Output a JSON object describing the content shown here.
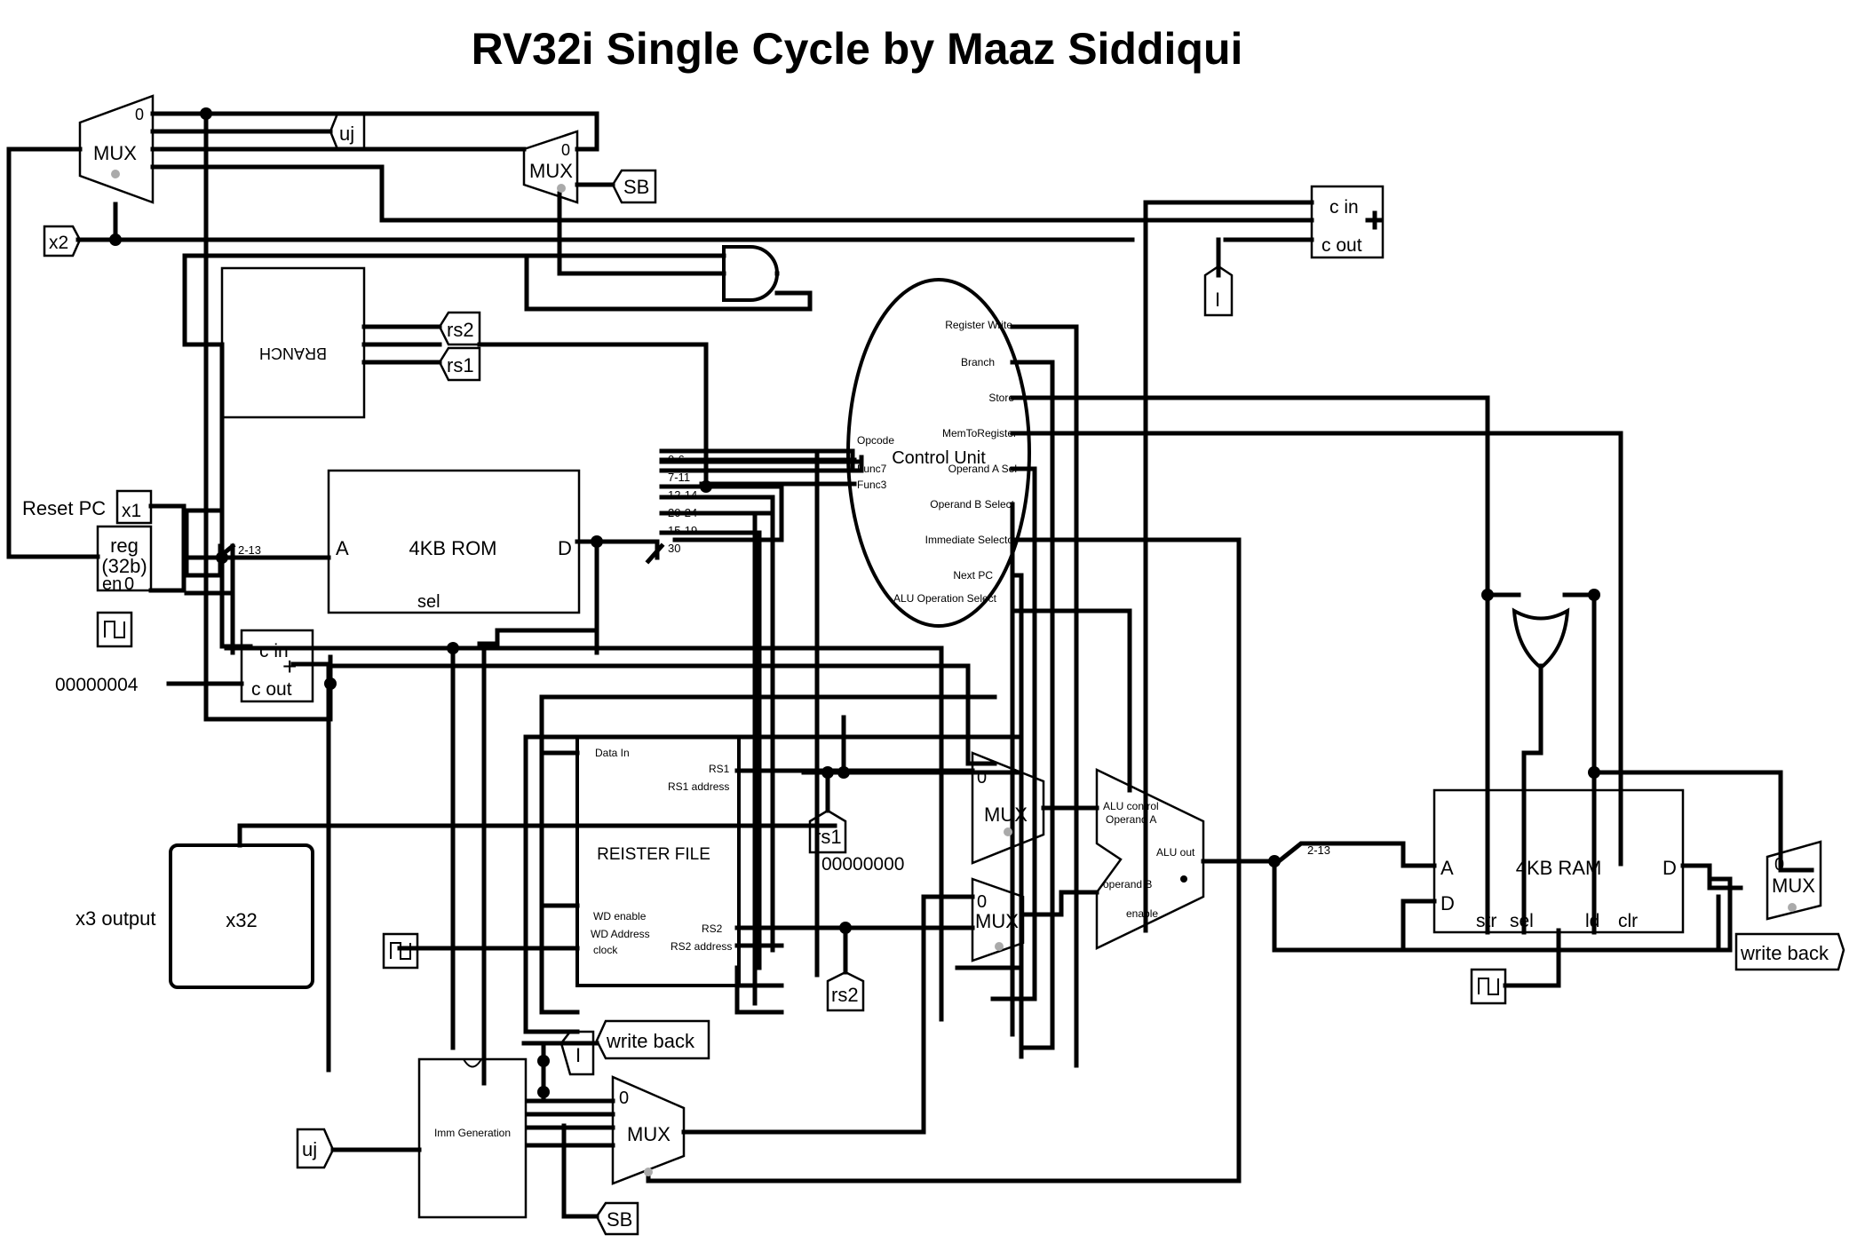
{
  "title": "RV32i Single Cycle by Maaz Siddiqui",
  "colors": {
    "wire": "#000000",
    "background": "#ffffff",
    "register_file_label": "#1a1acc"
  },
  "pc": {
    "reset_label": "Reset PC",
    "x1": "x1",
    "reg": "reg",
    "width": "(32b)",
    "en": "en",
    "en_val": "0",
    "x2": "x2"
  },
  "adder_pc": {
    "cin": "c in",
    "cout": "c out",
    "constant": "00000004"
  },
  "adder_top": {
    "cin": "c in",
    "cout": "c out",
    "tunnel": "I"
  },
  "rom": {
    "title": "4KB ROM",
    "a": "A",
    "d": "D",
    "sel": "sel",
    "split": "2-13"
  },
  "splitter": {
    "f0": "0-6",
    "f1": "7-11",
    "f2": "12-14",
    "f3": "20-24",
    "f4": "15-19",
    "f5": "30"
  },
  "branch": {
    "title": "BRANCH",
    "rs2": "rs2",
    "rs1": "rs1"
  },
  "mux_pc": {
    "label": "MUX",
    "zero": "0",
    "uj": "uj"
  },
  "mux_sb": {
    "label": "MUX",
    "zero": "0",
    "sb": "SB"
  },
  "control": {
    "title": "Control Unit",
    "opcode": "Opcode",
    "func7": "Func7",
    "func3": "Func3",
    "outs": [
      "Register Write",
      "Branch",
      "Store",
      "MemToRegister",
      "Operand A Sel",
      "Operand B Select",
      "Immediate Selector",
      "Next PC",
      "ALU Operation Select"
    ]
  },
  "regfile": {
    "title": "REISTER FILE",
    "data_in": "Data In",
    "rs1": "RS1",
    "rs1_addr": "RS1 address",
    "wd_enable": "WD enable",
    "wd_addr": "WD Address",
    "clock": "clock",
    "rs2": "RS2",
    "rs2_addr": "RS2 address",
    "rs1_tunnel": "rs1",
    "rs2_tunnel": "rs2",
    "zero_const": "00000000"
  },
  "mux_a": {
    "label": "MUX",
    "zero": "0"
  },
  "mux_b": {
    "label": "MUX",
    "zero": "0"
  },
  "alu": {
    "alu_control": "ALU control",
    "operand_a": "Operand A",
    "alu_out": "ALU out",
    "operand_b": "operand B",
    "enable": "enable"
  },
  "ram": {
    "title": "4KB RAM",
    "a": "A",
    "d_in": "D",
    "d_out": "D",
    "str": "str",
    "sel": "sel",
    "ld": "ld",
    "clr": "clr",
    "split": "2-13"
  },
  "mux_wb": {
    "label": "MUX",
    "zero": "0",
    "write_back": "write back"
  },
  "imm": {
    "title": "Imm Generation",
    "uj": "uj",
    "sb": "SB",
    "i": "I",
    "write_back": "write back"
  },
  "mux_imm": {
    "label": "MUX",
    "zero": "0"
  },
  "output": {
    "label": "x3 output",
    "value": "x32"
  }
}
